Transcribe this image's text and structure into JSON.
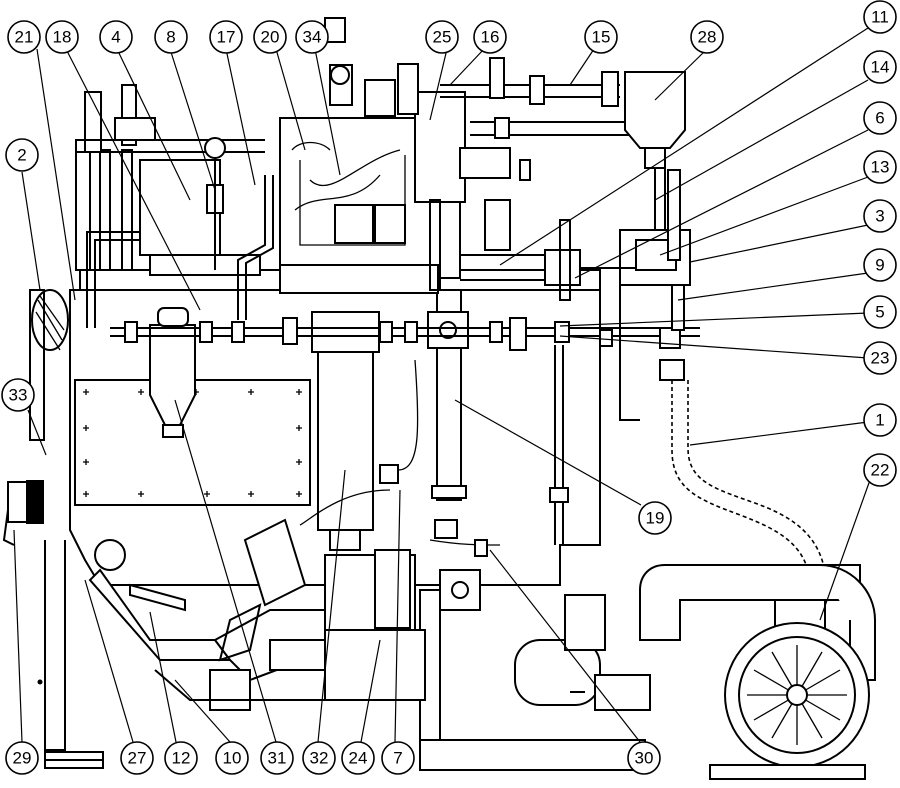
{
  "diagram": {
    "callouts": [
      {
        "id": "c21",
        "label": "21"
      },
      {
        "id": "c18",
        "label": "18"
      },
      {
        "id": "c4",
        "label": "4"
      },
      {
        "id": "c8",
        "label": "8"
      },
      {
        "id": "c17",
        "label": "17"
      },
      {
        "id": "c20",
        "label": "20"
      },
      {
        "id": "c34",
        "label": "34"
      },
      {
        "id": "c25",
        "label": "25"
      },
      {
        "id": "c16",
        "label": "16"
      },
      {
        "id": "c15",
        "label": "15"
      },
      {
        "id": "c28",
        "label": "28"
      },
      {
        "id": "c11",
        "label": "11"
      },
      {
        "id": "c14",
        "label": "14"
      },
      {
        "id": "c6",
        "label": "6"
      },
      {
        "id": "c13",
        "label": "13"
      },
      {
        "id": "c3",
        "label": "3"
      },
      {
        "id": "c9",
        "label": "9"
      },
      {
        "id": "c5",
        "label": "5"
      },
      {
        "id": "c23",
        "label": "23"
      },
      {
        "id": "c1",
        "label": "1"
      },
      {
        "id": "c22",
        "label": "22"
      },
      {
        "id": "c19",
        "label": "19"
      },
      {
        "id": "c2",
        "label": "2"
      },
      {
        "id": "c33",
        "label": "33"
      },
      {
        "id": "c29",
        "label": "29"
      },
      {
        "id": "c27",
        "label": "27"
      },
      {
        "id": "c12",
        "label": "12"
      },
      {
        "id": "c10",
        "label": "10"
      },
      {
        "id": "c31",
        "label": "31"
      },
      {
        "id": "c32",
        "label": "32"
      },
      {
        "id": "c24",
        "label": "24"
      },
      {
        "id": "c7",
        "label": "7"
      },
      {
        "id": "c30",
        "label": "30"
      }
    ]
  }
}
